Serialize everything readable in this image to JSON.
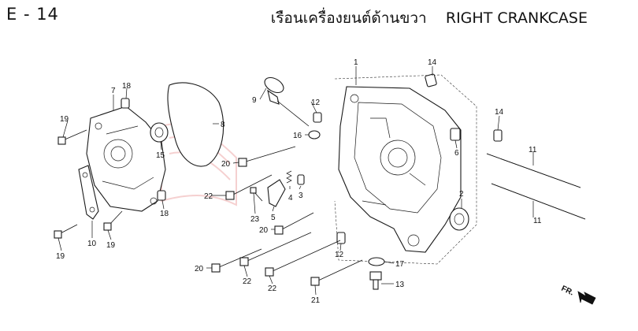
{
  "page": {
    "code": "E - 14",
    "title_th": "เรือนเครื่องยนต์ด้านขวา",
    "title_en": "RIGHT CRANKCASE"
  },
  "direction_label": "FR.",
  "callouts": {
    "c1": "1",
    "c2": "2",
    "c3": "3",
    "c4": "4",
    "c5": "5",
    "c6": "6",
    "c7": "7",
    "c8": "8",
    "c9": "9",
    "c10": "10",
    "c11a": "11",
    "c11b": "11",
    "c12a": "12",
    "c12b": "12",
    "c13": "13",
    "c14a": "14",
    "c14b": "14",
    "c15": "15",
    "c16": "16",
    "c17": "17",
    "c18a": "18",
    "c18b": "18",
    "c19a": "19",
    "c19b": "19",
    "c19c": "19",
    "c20a": "20",
    "c20b": "20",
    "c20c": "20",
    "c21": "21",
    "c22a": "22",
    "c22b": "22",
    "c22c": "22",
    "c23": "23"
  }
}
